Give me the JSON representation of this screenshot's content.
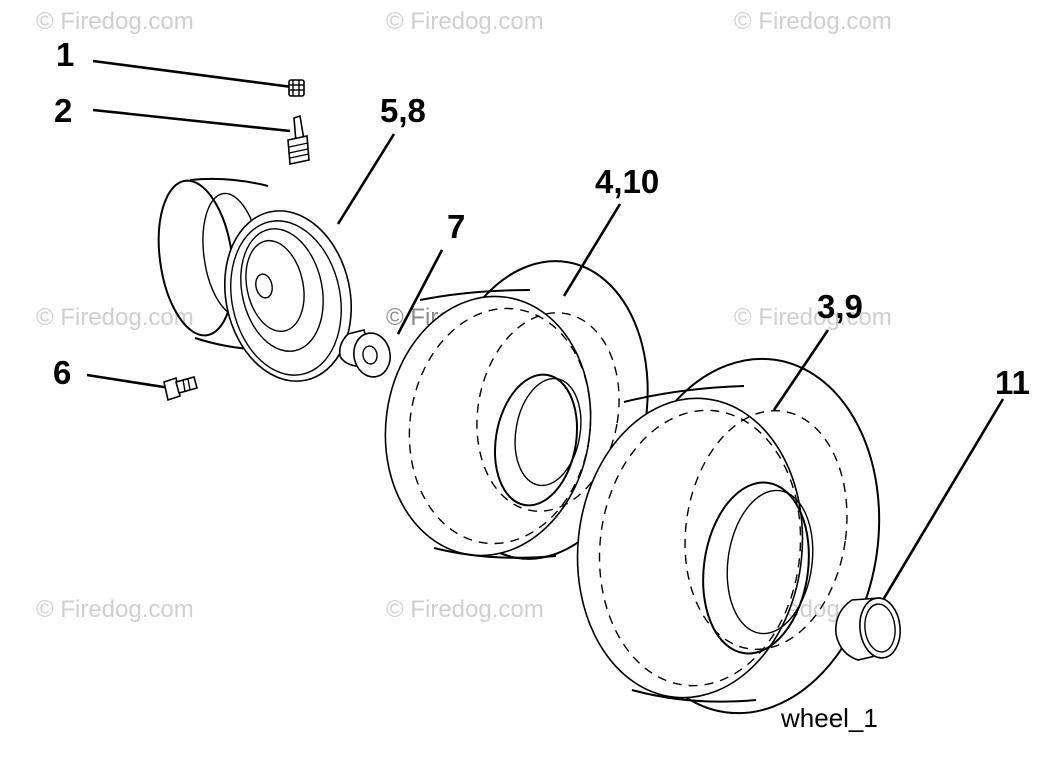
{
  "diagram": {
    "callouts": {
      "part_1": "1",
      "part_2": "2",
      "part_5_8": "5,8",
      "part_7": "7",
      "part_4_10": "4,10",
      "part_6": "6",
      "part_3_9": "3,9",
      "part_11": "11"
    },
    "caption": "wheel_1",
    "watermark": "© Firedog.com"
  }
}
